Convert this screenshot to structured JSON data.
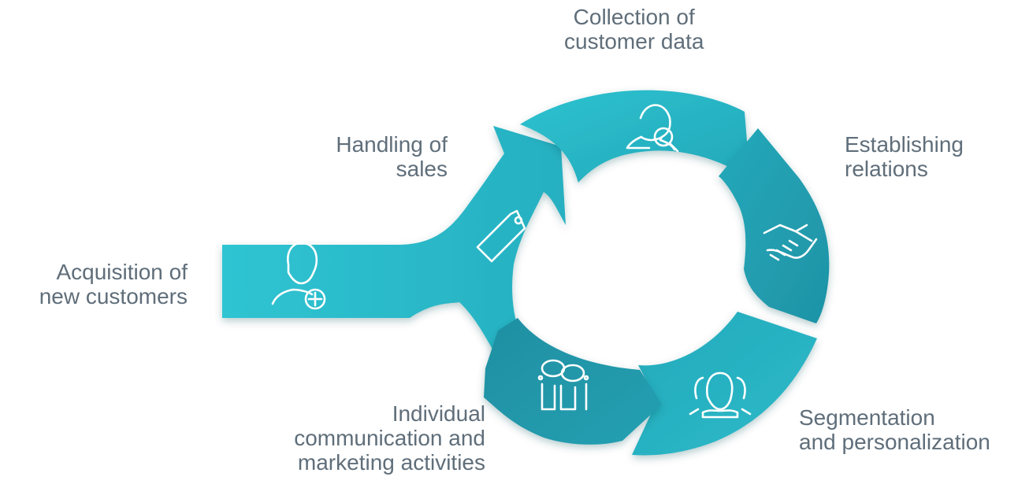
{
  "steps": [
    {
      "id": "collection",
      "lines": [
        "Collection of",
        "customer data"
      ],
      "icon": "user-search-icon"
    },
    {
      "id": "establishing",
      "lines": [
        "Establishing",
        "relations"
      ],
      "icon": "handshake-icon"
    },
    {
      "id": "segmentation",
      "lines": [
        "Segmentation",
        "and personalization"
      ],
      "icon": "user-group-icon"
    },
    {
      "id": "communication",
      "lines": [
        "Individual",
        "communication and",
        "marketing activities"
      ],
      "icon": "conversation-icon"
    },
    {
      "id": "sales",
      "lines": [
        "Handling of",
        "sales"
      ],
      "icon": "price-tag-icon"
    },
    {
      "id": "acquisition",
      "lines": [
        "Acquisition of",
        "new customers"
      ],
      "icon": "add-user-icon"
    }
  ],
  "colors": {
    "teal_dark": "#1f93a5",
    "teal_mid": "#26b0c0",
    "teal_light": "#2dbccb",
    "icon_stroke": "#ffffff",
    "label_text": "#5f6e7a"
  }
}
